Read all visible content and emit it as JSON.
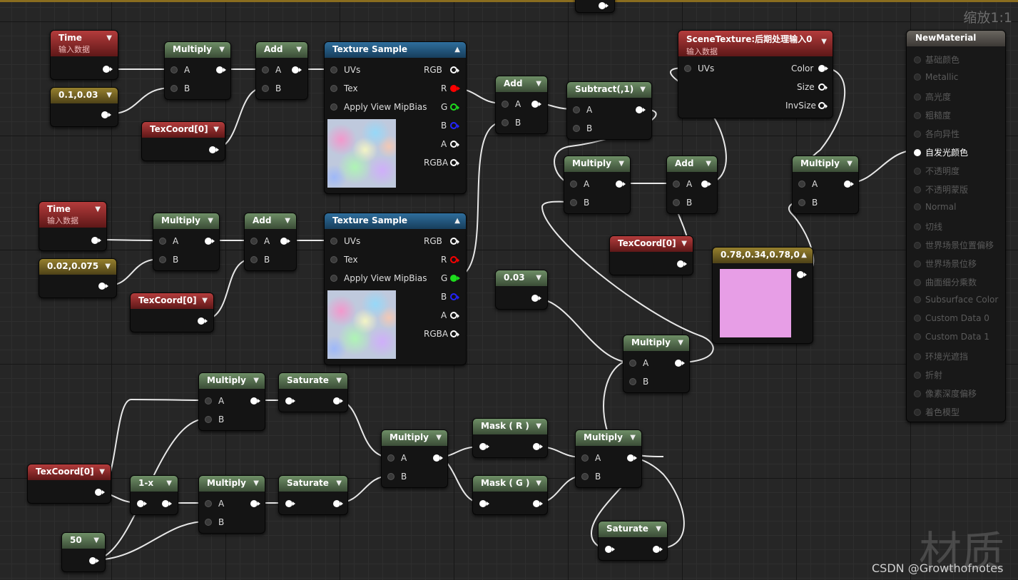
{
  "zoom_label": "缩放1:1",
  "watermark": {
    "chars": "材质",
    "credit": "CSDN @Growthofnotes"
  },
  "labels": {
    "a": "A",
    "b": "B",
    "uvs": "UVs",
    "tex": "Tex",
    "mip": "Apply View MipBias",
    "rgb": "RGB",
    "r": "R",
    "g": "G",
    "bl": "B",
    "al": "A",
    "rgba": "RGBA",
    "color": "Color",
    "size": "Size",
    "invsize": "InvSize",
    "input_data": "输入数据"
  },
  "nodes": {
    "time1": "Time",
    "const1": "0.1,0.03",
    "mul1": "Multiply",
    "add1": "Add",
    "tc1": "TexCoord[0]",
    "tex1": "Texture Sample",
    "time2": "Time",
    "const2": "0.02,0.075",
    "mul2": "Multiply",
    "add2": "Add",
    "tc2": "TexCoord[0]",
    "tex2": "Texture Sample",
    "add3": "Add",
    "sub": "Subtract(,1)",
    "mul3": "Multiply",
    "add4": "Add",
    "tc3": "TexCoord[0]",
    "scene": "SceneTexture:后期处理输入0",
    "mul4": "Multiply",
    "color": "0.78,0.34,0.78,0",
    "const3": "0.03",
    "mul5": "Multiply",
    "tc4": "TexCoord[0]",
    "const4": "50",
    "onex": "1-x",
    "mul6": "Multiply",
    "sat1": "Saturate",
    "mul7": "Multiply",
    "sat2": "Saturate",
    "mul8": "Multiply",
    "maskr": "Mask ( R )",
    "maskg": "Mask ( G )",
    "mul9": "Multiply",
    "sat3": "Saturate"
  },
  "material": {
    "title": "NewMaterial",
    "inputs": [
      "基础颜色",
      "Metallic",
      "高光度",
      "粗糙度",
      "各向异性",
      "自发光颜色",
      "不透明度",
      "不透明蒙版",
      "Normal",
      "切线",
      "世界场景位置偏移",
      "世界场景位移",
      "曲面细分乘数",
      "Subsurface Color",
      "Custom Data 0",
      "Custom Data 1",
      "环境光遮挡",
      "折射",
      "像素深度偏移",
      "着色模型"
    ],
    "active_input": "自发光颜色"
  },
  "colors": {
    "swatch": "#e79ee6",
    "channel_r": "#ff0000",
    "channel_g": "#1ddc1d",
    "channel_b": "#2424ff"
  }
}
